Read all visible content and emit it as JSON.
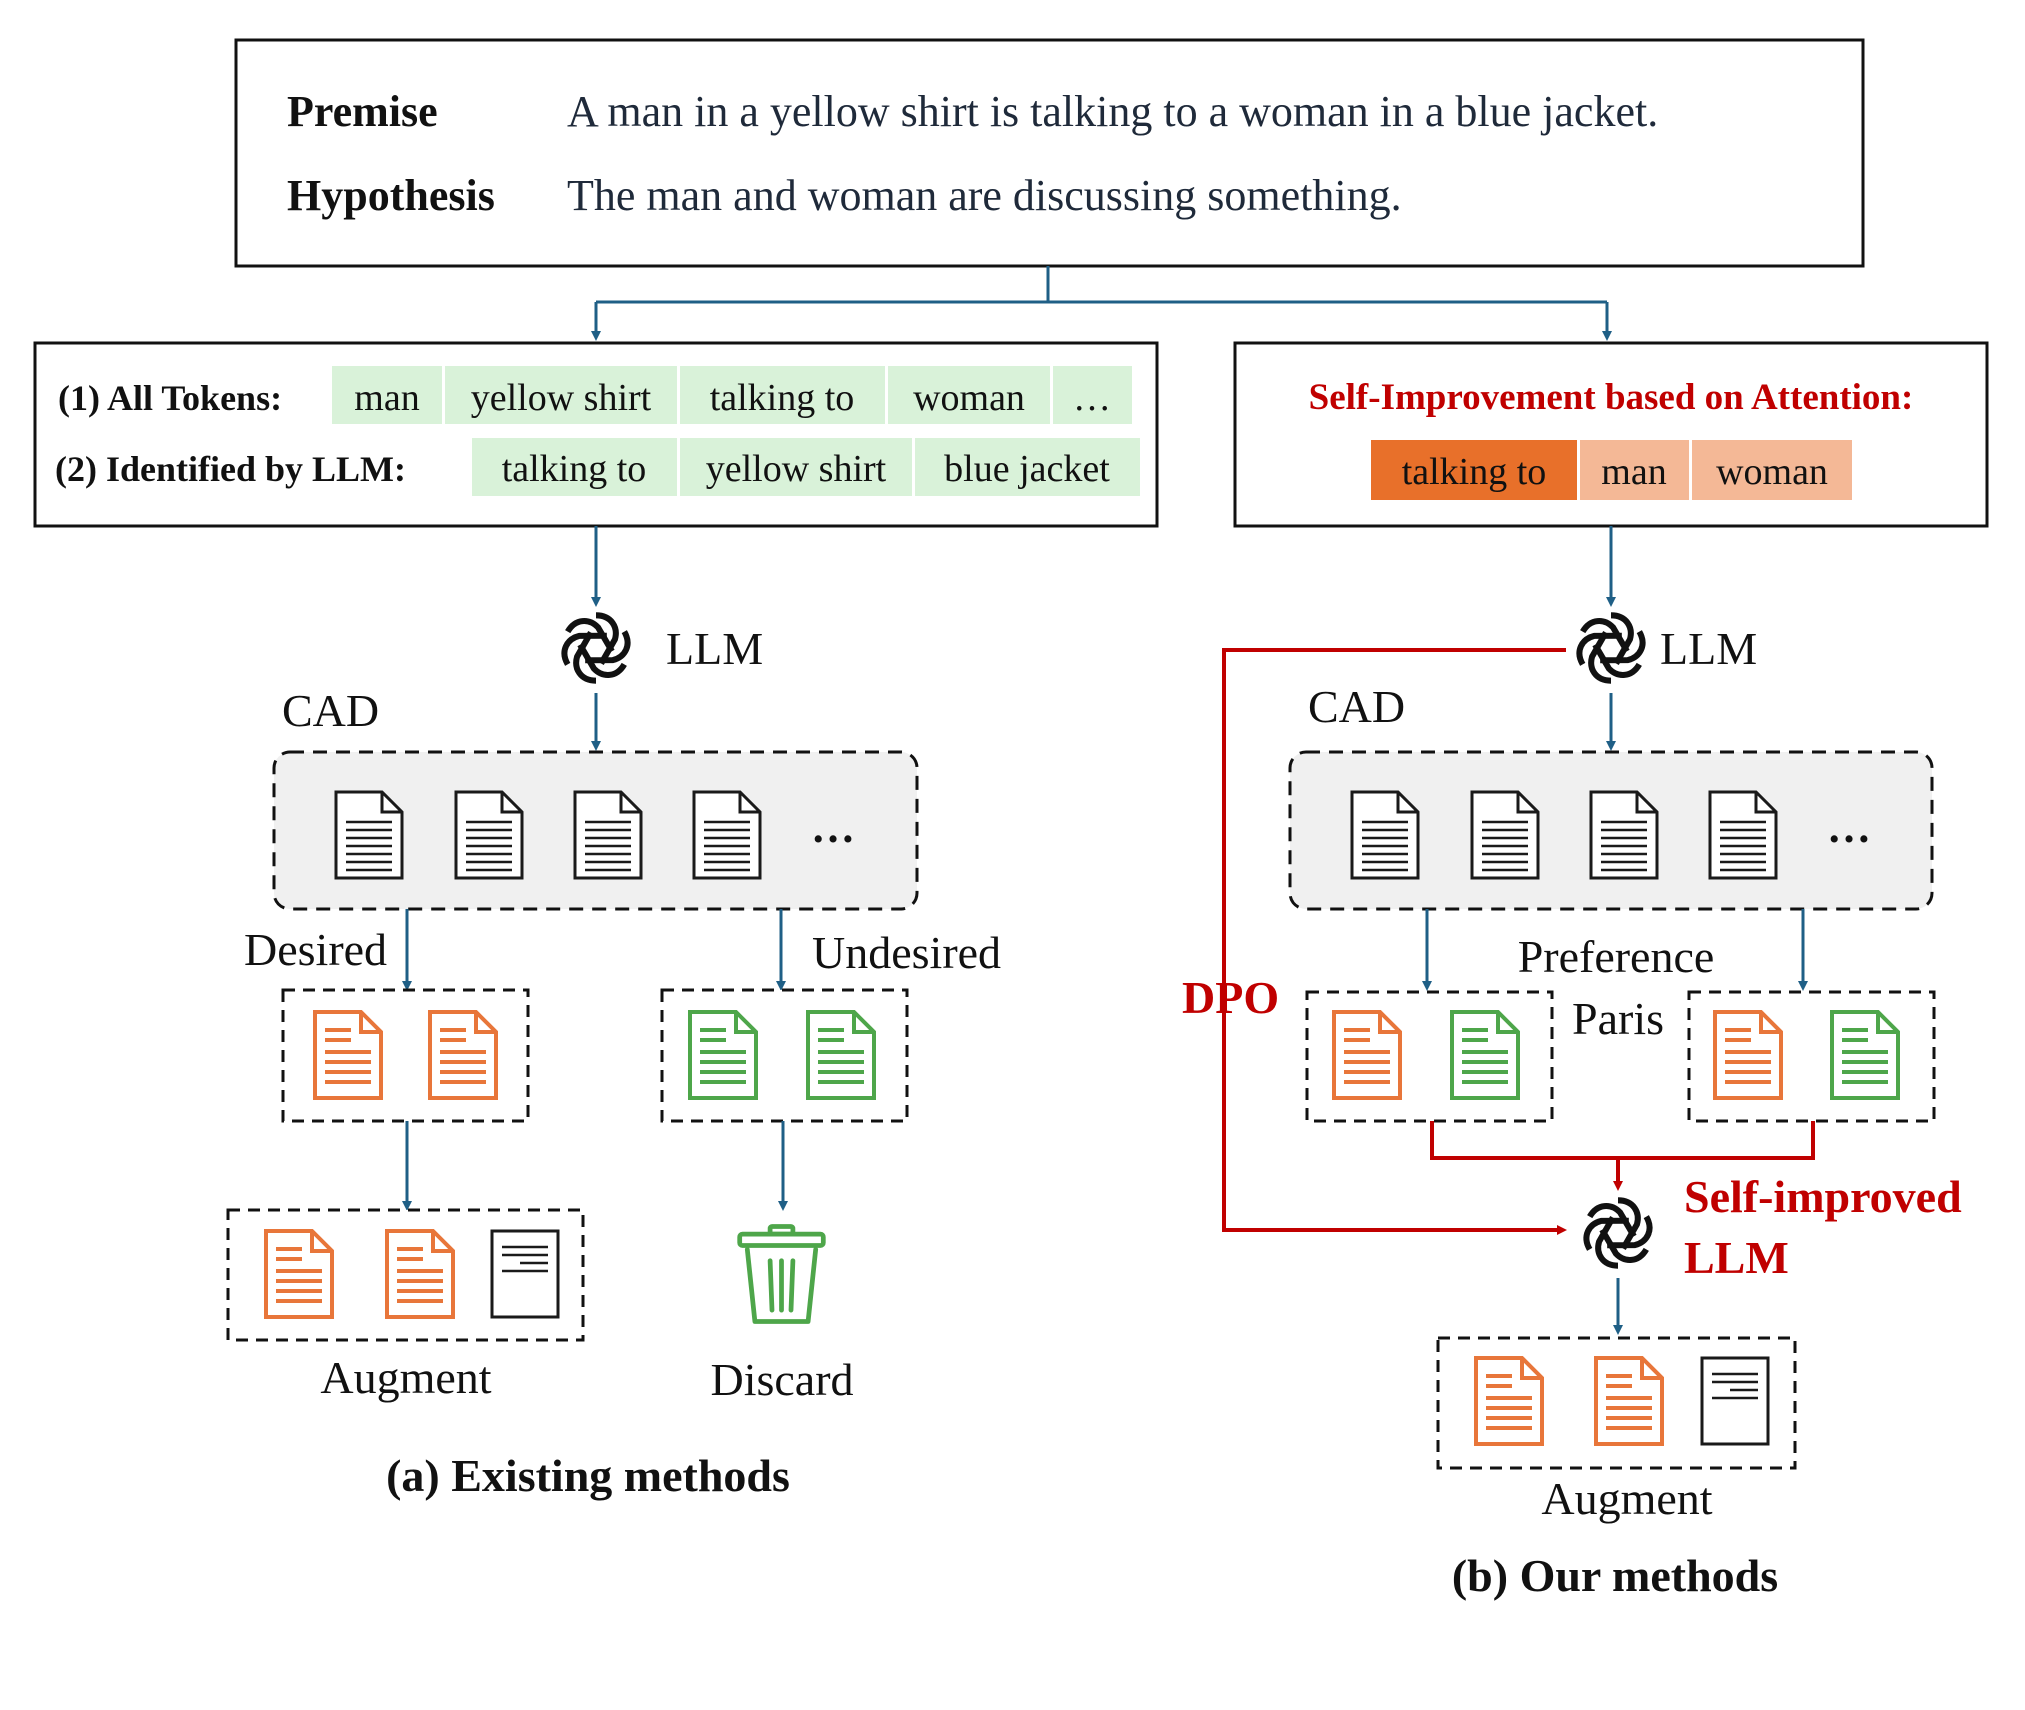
{
  "premise_box": {
    "premise_label": "Premise",
    "premise_text": "A man in a yellow shirt is talking to a woman in a blue jacket.",
    "hypothesis_label": "Hypothesis",
    "hypothesis_text": "The man and woman are discussing something."
  },
  "left": {
    "tokens_all_label": "(1) All Tokens:",
    "tokens_all": [
      "man",
      "yellow shirt",
      "talking to",
      "woman",
      "…"
    ],
    "tokens_llm_label": "(2) Identified by LLM:",
    "tokens_llm": [
      "talking to",
      "yellow shirt",
      "blue jacket"
    ],
    "llm_label": "LLM",
    "cad_label": "CAD",
    "ellipsis": "…",
    "desired_label": "Desired",
    "undesired_label": "Undesired",
    "augment_label": "Augment",
    "discard_label": "Discard",
    "caption": "(a) Existing methods"
  },
  "right": {
    "attention_title": "Self-Improvement based on Attention:",
    "attention_tokens": [
      "talking to",
      "man",
      "woman"
    ],
    "llm_label": "LLM",
    "cad_label": "CAD",
    "ellipsis": "…",
    "dpo_label": "DPO",
    "preference_label": "Preference",
    "paris_label": "Paris",
    "self_improved_line1": "Self-improved",
    "self_improved_line2": "LLM",
    "augment_label": "Augment",
    "caption": "(b) Our methods"
  },
  "colors": {
    "arrow_blue": "#1f5f86",
    "red": "#c00000",
    "token_green": "#d9f2d9",
    "token_orange_dark": "#e8702a",
    "token_orange_light": "#f4b896",
    "doc_orange": "#e8763a",
    "doc_green": "#4ea64a",
    "cad_fill": "#f0f0f0"
  },
  "icons": [
    "openai-logo-icon",
    "document-icon",
    "trash-icon"
  ]
}
